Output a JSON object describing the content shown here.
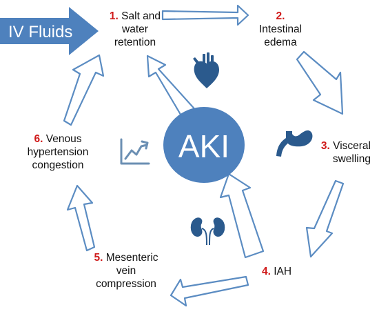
{
  "entry": {
    "label": "IV Fluids"
  },
  "center": {
    "label": "AKI"
  },
  "steps": [
    {
      "num": "1.",
      "line1": "Salt and",
      "line2": "water",
      "line3": "retention"
    },
    {
      "num": "2.",
      "line1": "Intestinal",
      "line2": "edema"
    },
    {
      "num": "3.",
      "line1": "Visceral",
      "line2": "swelling"
    },
    {
      "num": "4.",
      "line1": "IAH"
    },
    {
      "num": "5.",
      "line1": "Mesenteric",
      "line2": "vein",
      "line3": "compression"
    },
    {
      "num": "6.",
      "line1": "Venous",
      "line2": "hypertension",
      "line3": "congestion"
    }
  ],
  "icons": [
    "heart-icon",
    "stomach-icon",
    "kidneys-icon",
    "trend-chart-icon"
  ],
  "colors": {
    "accent": "#4e81bd",
    "arrow_stroke": "#5b8cc2",
    "number": "#d01919"
  }
}
